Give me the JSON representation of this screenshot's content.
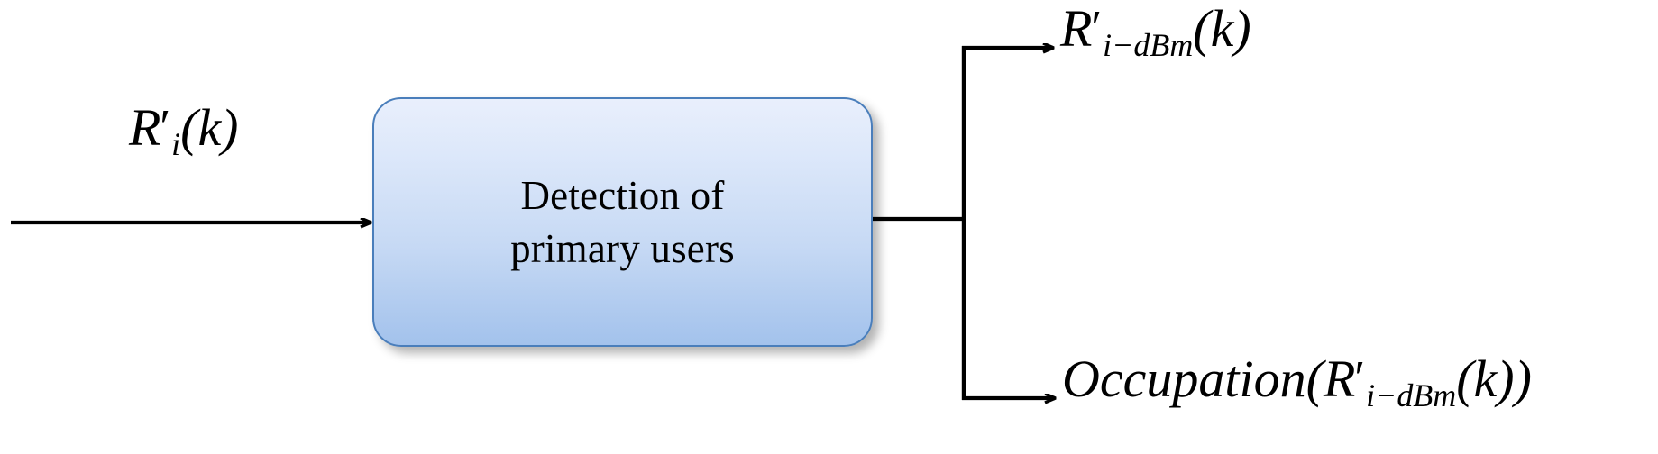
{
  "diagram": {
    "title": "Detection of primary users block diagram",
    "type": "block-diagram",
    "background_color": "#ffffff",
    "line_color": "#000000",
    "block": {
      "name": "detection-block",
      "line1": "Detection of",
      "line2": "primary users",
      "fill_top_color": "#e9effc",
      "fill_bottom_color": "#a3c2ec",
      "border_color": "#4a7ebb",
      "shape": "rounded-rectangle"
    },
    "input": {
      "name": "input-signal",
      "base": "R",
      "prime": "′",
      "subscript": "i",
      "argument": "(k)",
      "full_text": "R′i(k)"
    },
    "outputs": [
      {
        "name": "output-power-dbm",
        "base": "R",
        "prime": "′",
        "subscript": "i−dBm",
        "argument": "(k)",
        "full_text": "R′i−dBm(k)"
      },
      {
        "name": "output-occupation",
        "function": "Occupation",
        "open_paren": "(",
        "base": "R",
        "prime": "′",
        "subscript": "i−dBm",
        "argument": "(k)",
        "close_paren": ")",
        "full_text": "Occupation(R′i−dBm(k))"
      }
    ]
  }
}
